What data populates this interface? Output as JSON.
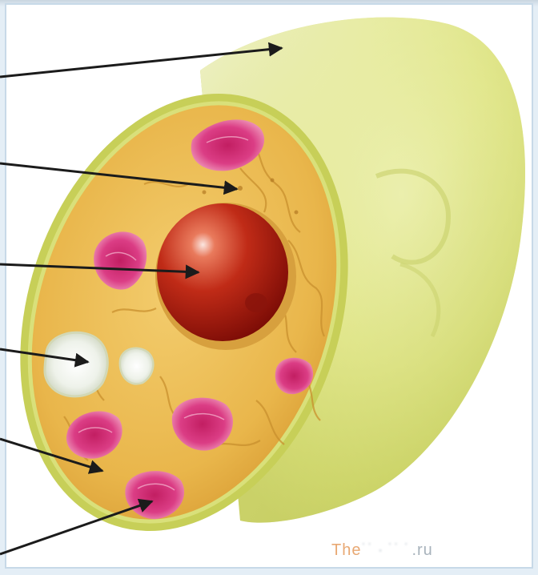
{
  "diagram": {
    "subject": "",
    "pointer_count": 6
  },
  "watermark": {
    "brand": "The",
    "obscured": "˙˙ · ˙˙ ˙",
    "suffix": ".ru"
  },
  "colors": {
    "wall": "#d9df6a",
    "cytoplasm": "#e8b24a",
    "nucleus": "#b41e12",
    "chloroplast": "#d6307a",
    "vacuole": "#f2f5ee",
    "pointer": "#1b1b1b"
  }
}
